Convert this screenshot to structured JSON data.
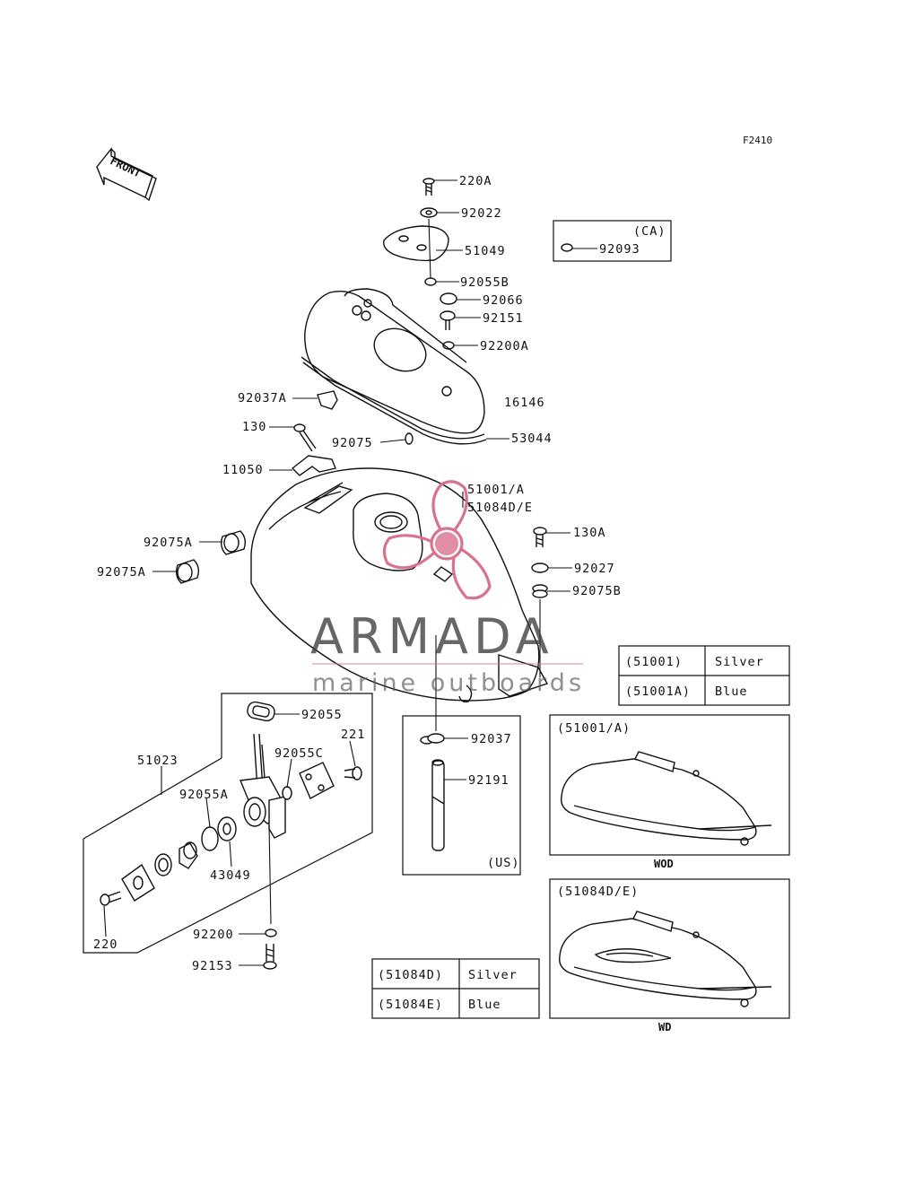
{
  "figure_code": "F2410",
  "front_marker": "FRONT",
  "parts": [
    "220A",
    "92022",
    "51049",
    "92055B",
    "92066",
    "92151",
    "92200A",
    "16146",
    "53044",
    "92037A",
    "130",
    "92075",
    "11050",
    "51001/A",
    "51084D/E",
    "130A",
    "92027",
    "92075B",
    "92075A",
    "92075A",
    "92055",
    "92055C",
    "221",
    "51023",
    "92055A",
    "43049",
    "92200",
    "92153",
    "220",
    "92037",
    "92191"
  ],
  "ca_box": {
    "tag": "(CA)",
    "part": "92093"
  },
  "us_box": {
    "tag": "(US)"
  },
  "color_table_1": [
    {
      "code": "(51001)",
      "color": "Silver"
    },
    {
      "code": "(51001A)",
      "color": "Blue"
    }
  ],
  "color_table_2": [
    {
      "code": "(51084D)",
      "color": "Silver"
    },
    {
      "code": "(51084E)",
      "color": "Blue"
    }
  ],
  "variant_1": {
    "title": "(51001/A)",
    "caption": "WOD"
  },
  "variant_2": {
    "title": "(51084D/E)",
    "caption": "WD"
  },
  "watermark": {
    "brand": "ARMADA",
    "tagline": "marine outboards",
    "logo_color": "#d9728f"
  }
}
